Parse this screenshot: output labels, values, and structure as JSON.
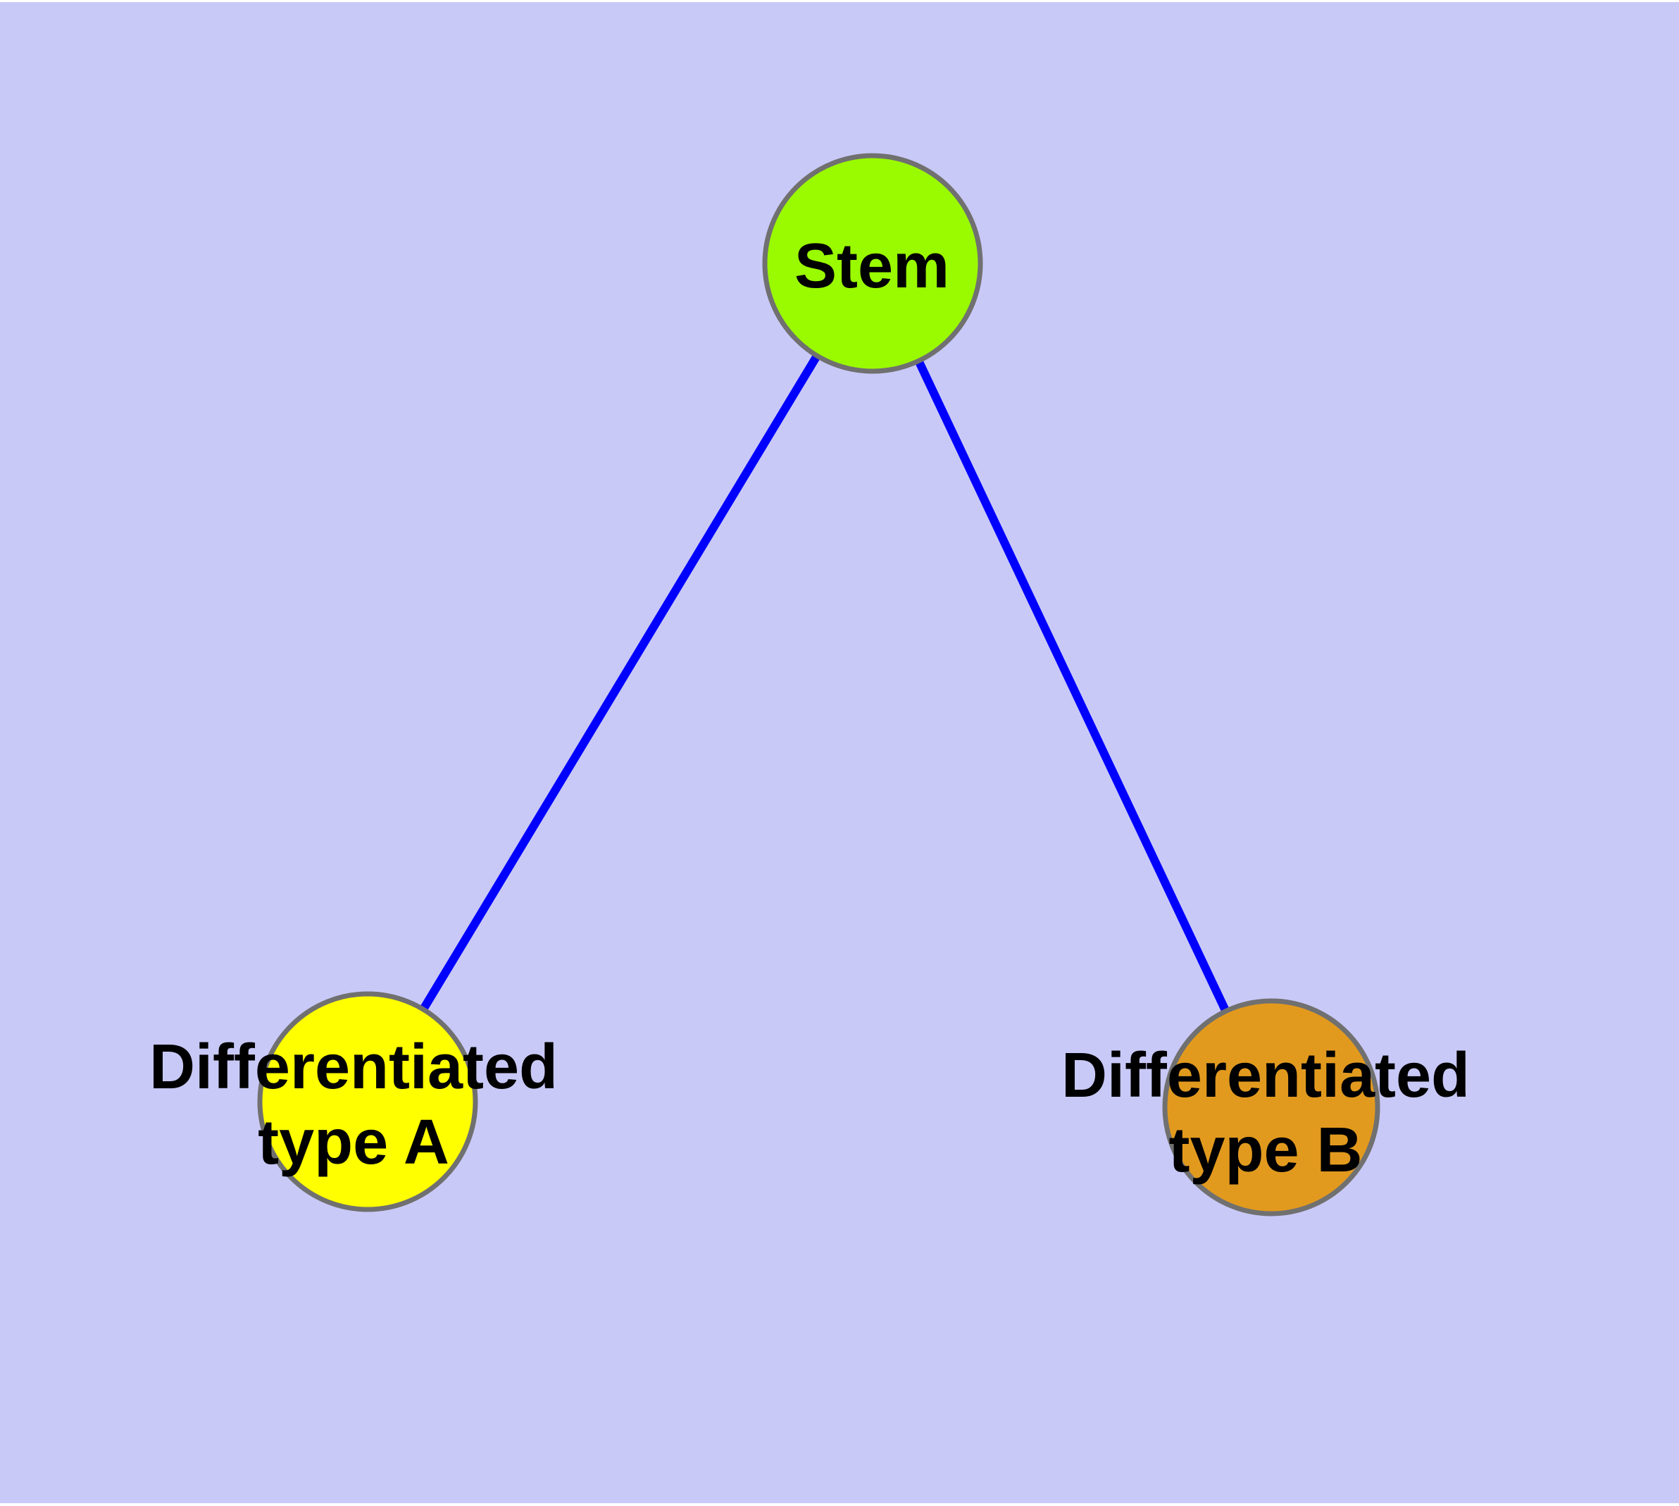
{
  "diagram": {
    "type": "node-link-graph",
    "colors": {
      "background": "#C9C9F8",
      "page_border": "#FFFFFF",
      "edge": "#0000FF",
      "node_border": "#707070",
      "label": "#000000"
    },
    "nodes": [
      {
        "id": "stem",
        "label": "Stem",
        "lines": [
          "Stem"
        ],
        "fill": "#9AFA00"
      },
      {
        "id": "differentiated-type-a",
        "label": "Differentiated type A",
        "lines": [
          "Differentiated",
          "type A"
        ],
        "fill": "#FFFF00"
      },
      {
        "id": "differentiated-type-b",
        "label": "Differentiated type B",
        "lines": [
          "Differentiated",
          "type B"
        ],
        "fill": "#E29A1E"
      }
    ],
    "edges": [
      {
        "from": "stem",
        "to": "differentiated-type-a"
      },
      {
        "from": "stem",
        "to": "differentiated-type-b"
      }
    ]
  }
}
